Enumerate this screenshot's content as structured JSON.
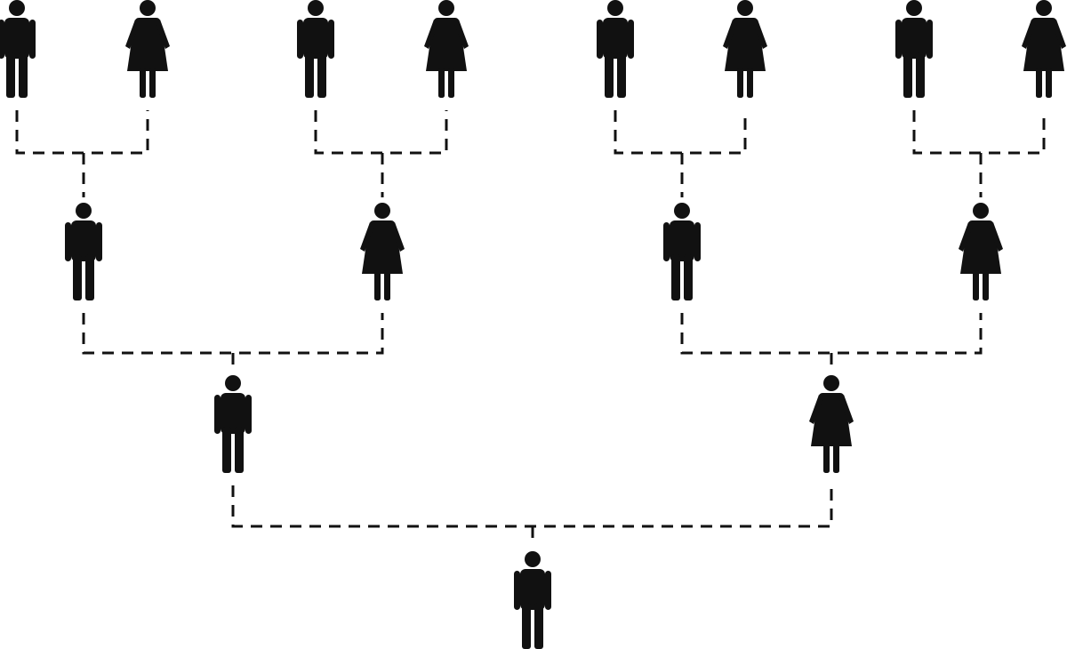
{
  "diagram": {
    "type": "family-tree",
    "colors": {
      "figure": "#111111",
      "line": "#111111",
      "background": "#ffffff"
    },
    "generations": [
      [
        "male",
        "female",
        "male",
        "female",
        "male",
        "female",
        "male",
        "female"
      ],
      [
        "male",
        "female",
        "male",
        "female"
      ],
      [
        "male",
        "female"
      ],
      [
        "male"
      ]
    ]
  }
}
